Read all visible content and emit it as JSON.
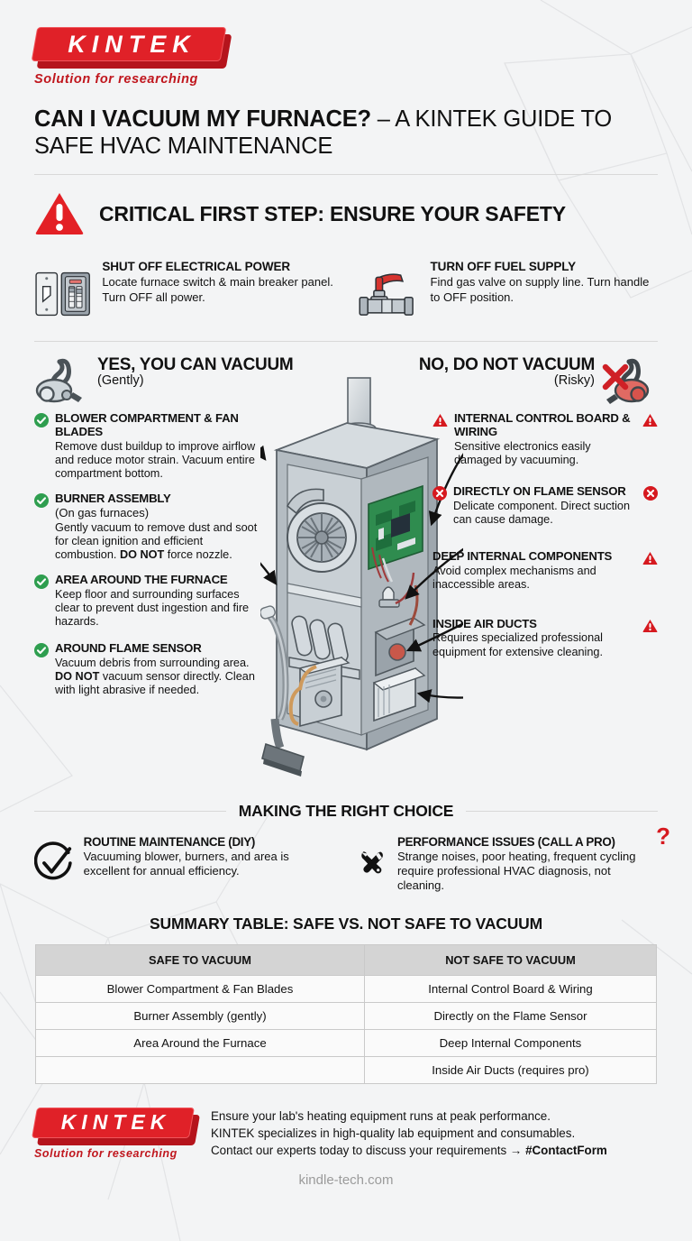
{
  "brand": {
    "name": "KINTEK",
    "tagline": "Solution for researching"
  },
  "header": {
    "title_bold": "CAN I VACUUM MY FURNACE?",
    "title_rest": " – A KINTEK GUIDE TO SAFE HVAC MAINTENANCE"
  },
  "safety": {
    "heading": "CRITICAL FIRST STEP: ENSURE YOUR SAFETY",
    "items": [
      {
        "icon": "light-switch-breaker-panel-icon",
        "title": "SHUT OFF ELECTRICAL POWER",
        "body": "Locate furnace switch & main breaker panel. Turn OFF all power."
      },
      {
        "icon": "gas-valve-icon",
        "title": "TURN OFF FUEL SUPPLY",
        "body": "Find gas valve on supply line. Turn handle to OFF position."
      }
    ]
  },
  "columns": {
    "yes_header": {
      "line1": "YES, YOU CAN VACUUM",
      "line2": "(Gently)",
      "icon": "vacuum-cleaner-icon"
    },
    "no_header": {
      "line1": "NO, DO NOT VACUUM",
      "line2": "(Risky)",
      "icon": "vacuum-cleaner-crossed-icon"
    },
    "yes_items": [
      {
        "icon": "green-check-circle-icon",
        "title": "BLOWER COMPARTMENT & FAN BLADES",
        "sub": "",
        "body": "Remove dust buildup to improve airflow and reduce motor strain. Vacuum entire compartment bottom."
      },
      {
        "icon": "green-check-circle-icon",
        "title": "BURNER ASSEMBLY",
        "sub": "(On gas furnaces)",
        "body_pre": "Gently vacuum to remove dust and soot for clean ignition and efficient combustion. ",
        "body_bold": "DO NOT",
        "body_post": " force nozzle."
      },
      {
        "icon": "green-check-circle-icon",
        "title": "AREA AROUND THE FURNACE",
        "sub": "",
        "body": "Keep floor and surrounding surfaces clear to prevent dust ingestion and fire hazards."
      },
      {
        "icon": "green-check-circle-icon",
        "title": "AROUND FLAME SENSOR",
        "sub": "",
        "body_pre": "Vacuum debris from surrounding area. ",
        "body_bold": "DO NOT",
        "body_post": " vacuum sensor directly. Clean with light abrasive if needed."
      }
    ],
    "no_items": [
      {
        "icon": "red-warning-triangle-icon",
        "icon_right": "red-warning-triangle-icon",
        "title": "INTERNAL CONTROL BOARD & WIRING",
        "body": "Sensitive electronics easily damaged by vacuuming."
      },
      {
        "icon": "red-x-circle-icon",
        "icon_right": "red-x-circle-icon",
        "title": "DIRECTLY ON FLAME SENSOR",
        "body": "Delicate component. Direct suction can cause damage."
      },
      {
        "icon": "",
        "icon_right": "red-warning-triangle-icon",
        "title": "DEEP INTERNAL COMPONENTS",
        "body": "Avoid complex mechanisms and inaccessible areas."
      },
      {
        "icon": "",
        "icon_right": "red-warning-triangle-icon",
        "title": "INSIDE AIR DUCTS",
        "body": "Requires specialized professional equipment for extensive cleaning."
      }
    ]
  },
  "choice": {
    "heading": "MAKING THE RIGHT CHOICE",
    "items": [
      {
        "icon": "check-circle-outline-icon",
        "title": "ROUTINE MAINTENANCE (DIY)",
        "body": "Vacuuming blower, burners, and area is excellent for annual efficiency."
      },
      {
        "icon": "wrench-screwdriver-icon",
        "badge": "?",
        "title": "PERFORMANCE ISSUES (CALL A PRO)",
        "body": "Strange noises, poor heating, frequent cycling require professional HVAC diagnosis, not cleaning."
      }
    ]
  },
  "table": {
    "title": "SUMMARY TABLE: SAFE VS. NOT SAFE TO VACUUM",
    "headers": [
      "SAFE TO VACUUM",
      "NOT SAFE TO VACUUM"
    ],
    "rows": [
      [
        "Blower Compartment & Fan Blades",
        "Internal Control Board & Wiring"
      ],
      [
        "Burner Assembly (gently)",
        "Directly on the Flame Sensor"
      ],
      [
        "Area Around the Furnace",
        "Deep Internal Components"
      ],
      [
        "",
        "Inside Air Ducts (requires pro)"
      ]
    ]
  },
  "footer": {
    "line1": "Ensure your lab's heating equipment runs at peak performance.",
    "line2": "KINTEK specializes in high-quality lab equipment and consumables.",
    "line3_pre": "Contact our experts today to discuss your requirements → ",
    "line3_bold": "#ContactForm",
    "site": "kindle-tech.com"
  },
  "colors": {
    "brand_red": "#e02128",
    "warning_red": "#d6191f",
    "safe_green": "#2e9e4f",
    "background": "#f2f3f4",
    "table_header": "#d4d4d4"
  }
}
